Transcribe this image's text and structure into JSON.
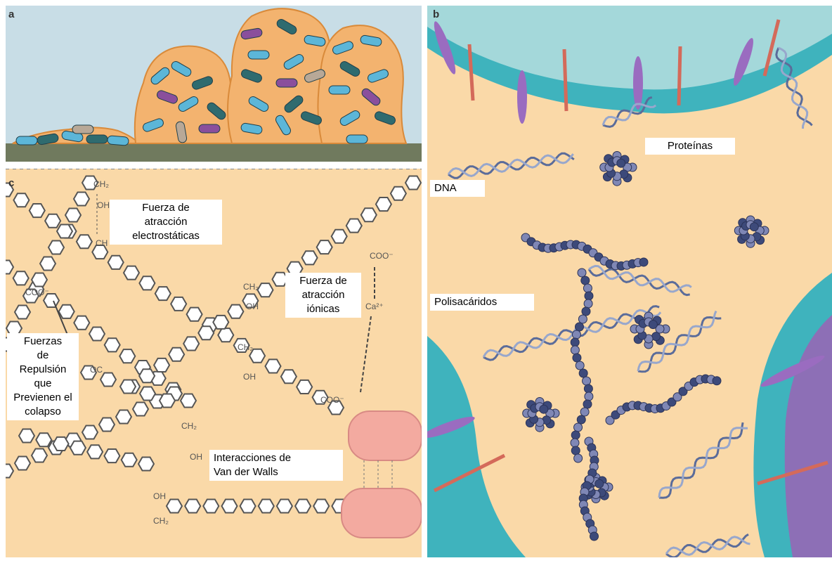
{
  "panels": {
    "a": {
      "letter": "a"
    },
    "b": {
      "letter": "b"
    },
    "c": {
      "letter": "c"
    }
  },
  "labels": {
    "fuerza_electro": [
      "Fuerza de",
      "atracción",
      "electrostáticas"
    ],
    "fuerza_ionica": [
      "Fuerza de",
      "atracción",
      "iónicas"
    ],
    "repulsion": [
      "Fuerzas",
      "de",
      "Repulsión",
      "que",
      "Previenen el",
      "colapso"
    ],
    "van_der_walls": [
      "Interacciones de",
      "Van der Walls"
    ],
    "proteinas": "Proteínas",
    "dna": "DNA",
    "polisacaridos": "Polisacáridos"
  },
  "chem_text": {
    "ch2": "CH₂",
    "oh": "OH",
    "coo": "COO⁻",
    "ch": "CH",
    "ca": "Ca²⁺",
    "oc": "OC"
  },
  "colors": {
    "biofilm": "#f3b36f",
    "biofilm_edge": "#d98a3a",
    "substrate": "#707a5e",
    "matrix": "#fad9a8",
    "membrane": "#3fb3bd",
    "protein": "#6a6f9c",
    "dna": "#7d8fb8",
    "cell_blue": "#5cb6d8",
    "cell_purple": "#8a4f9c"
  }
}
